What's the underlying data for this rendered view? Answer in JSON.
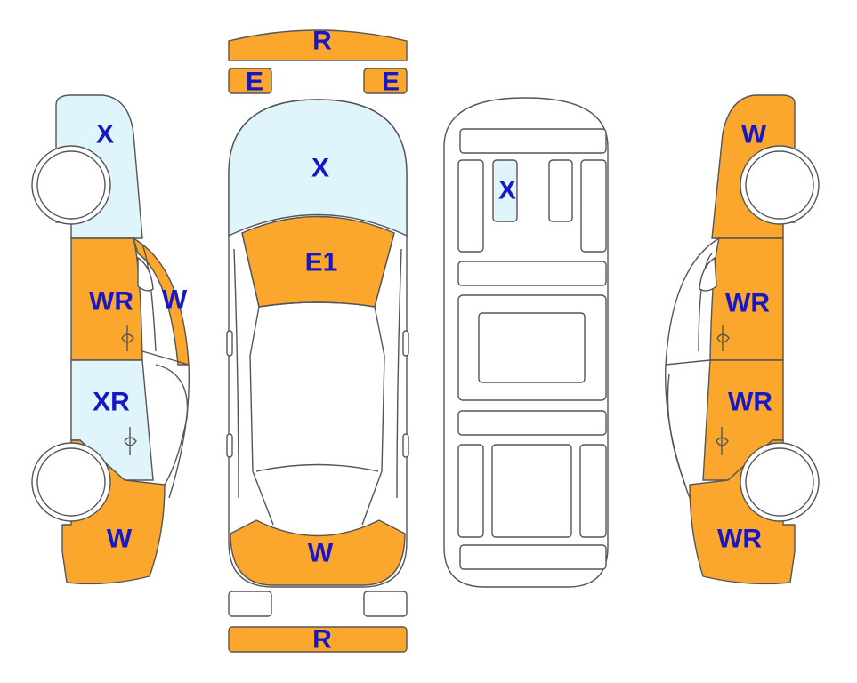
{
  "colors": {
    "damage_orange": "#fba72e",
    "light_blue": "#dff4fb",
    "outline": "#555555",
    "label_blue": "#1717c8",
    "background": "#ffffff"
  },
  "labels": {
    "front_bumper": "R",
    "headlight_left": "E",
    "headlight_right": "E",
    "top_windshield": "X",
    "top_hood": "E1",
    "top_trunk": "W",
    "rear_bumper": "R",
    "interior_part": "X",
    "left_front_fender": "X",
    "left_front_door": "WR",
    "left_a_pillar": "W",
    "left_rear_door": "XR",
    "left_rear_quarter": "W",
    "right_front_fender": "W",
    "right_front_door": "WR",
    "right_rear_door": "WR",
    "right_rear_quarter": "WR"
  }
}
